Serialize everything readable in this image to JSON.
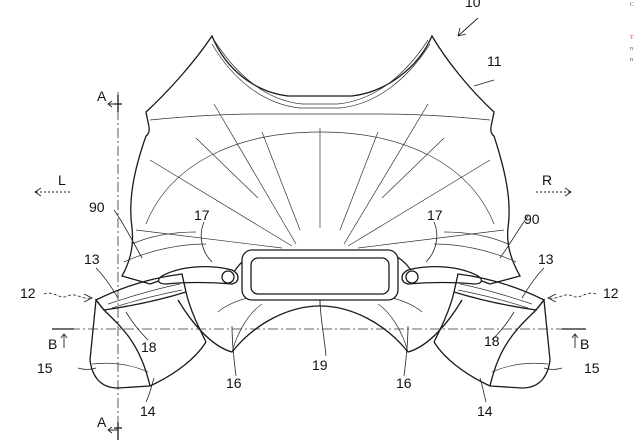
{
  "figure": {
    "labels": {
      "device": "10",
      "cowl": "11",
      "side_assembly_left": "12",
      "side_assembly_right": "12",
      "light_left": "13",
      "light_right": "13",
      "lower_left": "14",
      "lower_right": "14",
      "panel_left": "15",
      "panel_right": "15",
      "duct_left": "16",
      "duct_right": "16",
      "inlet_left": "17",
      "inlet_right": "17",
      "edge_left": "18",
      "edge_right": "18",
      "center_part": "19",
      "mirror_left": "90",
      "mirror_right": "90"
    },
    "section": {
      "a_top": "A",
      "a_bottom": "A",
      "b_left": "B",
      "b_right": "B"
    },
    "direction": {
      "left": "L",
      "right": "R"
    }
  },
  "margin_text": [
    "C",
    "T",
    "n",
    "n"
  ]
}
